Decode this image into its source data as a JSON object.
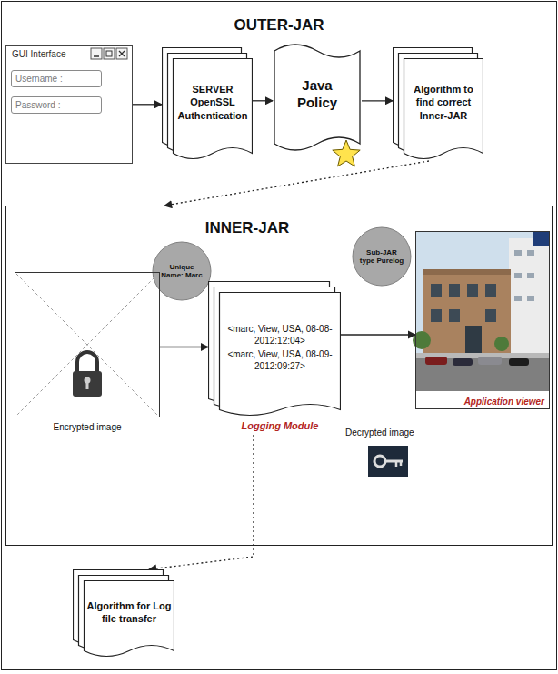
{
  "diagram": {
    "title": "OUTER-JAR",
    "nodes": [
      {
        "text": [
          "GUI Interface",
          "Username :",
          "Password :"
        ]
      },
      {
        "text": [
          "SERVER OpenSSL Authentication"
        ]
      },
      {
        "text": [
          "Java Policy"
        ]
      },
      {
        "text": [
          "Algorithm to find correct Inner-JAR"
        ]
      },
      {
        "text": [
          "INNER-JAR"
        ]
      },
      {
        "text": [
          "Unique Name: Marc"
        ],
        "in": 4
      },
      {
        "text": [
          "Sub-JAR type Purelog"
        ],
        "in": 4
      },
      {
        "text": [
          "Encrypted image"
        ],
        "in": 4
      },
      {
        "text": [
          "<marc, View, USA, 08-08-2012:12:04>",
          "<marc, View, USA, 08-09-2012:09:27>",
          "Logging Module"
        ],
        "in": 4
      },
      {
        "text": [
          "Application viewer"
        ],
        "in": 4
      },
      {
        "text": [
          "Algorithm for Log file transfer"
        ]
      }
    ],
    "edges": [
      {
        "from": 0,
        "to": 1,
        "arrow": "to"
      },
      {
        "from": 1,
        "to": 2,
        "arrow": "to"
      },
      {
        "from": 2,
        "to": 3,
        "arrow": "to"
      },
      {
        "from": 3,
        "to": 4,
        "arrow": "to"
      },
      {
        "from": 7,
        "to": 8,
        "arrow": "to"
      },
      {
        "from": 8,
        "to": 9,
        "arrow": "to"
      },
      {
        "from": 8,
        "to": 10,
        "arrow": "to"
      }
    ],
    "labels": [
      "Decrypted image"
    ]
  }
}
